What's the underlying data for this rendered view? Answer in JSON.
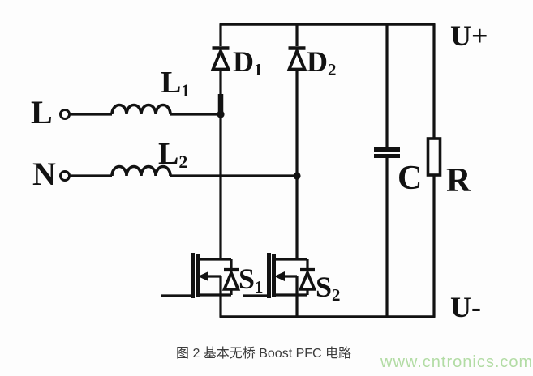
{
  "figure": {
    "caption": "图 2  基本无桥 Boost PFC 电路",
    "watermark": "www.cntronics.com"
  },
  "terminals": {
    "live": "L",
    "neutral": "N",
    "output_positive": "U+",
    "output_negative": "U-"
  },
  "components": {
    "L1": {
      "base": "L",
      "sub": "1"
    },
    "L2": {
      "base": "L",
      "sub": "2"
    },
    "D1": {
      "base": "D",
      "sub": "1"
    },
    "D2": {
      "base": "D",
      "sub": "2"
    },
    "S1": {
      "base": "S",
      "sub": "1"
    },
    "S2": {
      "base": "S",
      "sub": "2"
    },
    "C": {
      "label": "C"
    },
    "R": {
      "label": "R"
    }
  },
  "colors": {
    "line": "#121212",
    "caption_text": "#3b3b3b",
    "watermark_text": "#b2dca4",
    "background": "#fdfdfd"
  }
}
